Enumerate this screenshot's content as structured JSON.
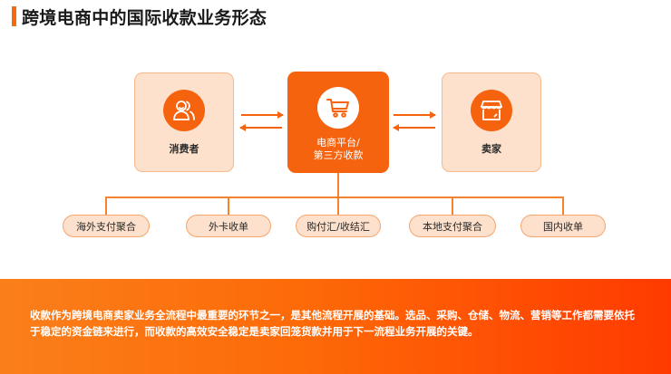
{
  "title": "跨境电商中的国际收款业务形态",
  "colors": {
    "accent": "#f5630f",
    "box_fill": "#fde1cc",
    "footer_start": "#fa7f1b",
    "footer_end": "#ff3a00"
  },
  "nodes": [
    {
      "id": "consumer",
      "label": "消费者",
      "icon": "users-icon"
    },
    {
      "id": "platform",
      "label_line1": "电商平台/",
      "label_line2": "第三方收款",
      "icon": "shopping-cart-icon"
    },
    {
      "id": "seller",
      "label": "卖家",
      "icon": "storefront-icon"
    }
  ],
  "payment_methods": [
    {
      "label": "海外支付聚合"
    },
    {
      "label": "外卡收单"
    },
    {
      "label": "购付汇/收结汇"
    },
    {
      "label": "本地支付聚合"
    },
    {
      "label": "国内收单"
    }
  ],
  "footer": {
    "text": "收款作为跨境电商卖家业务全流程中最重要的环节之一，是其他流程开展的基础。选品、采购、仓储、物流、营销等工作都需要依托于稳定的资金链来进行，而收款的高效安全稳定是卖家回笼货款并用于下一流程业务开展的关键。"
  }
}
